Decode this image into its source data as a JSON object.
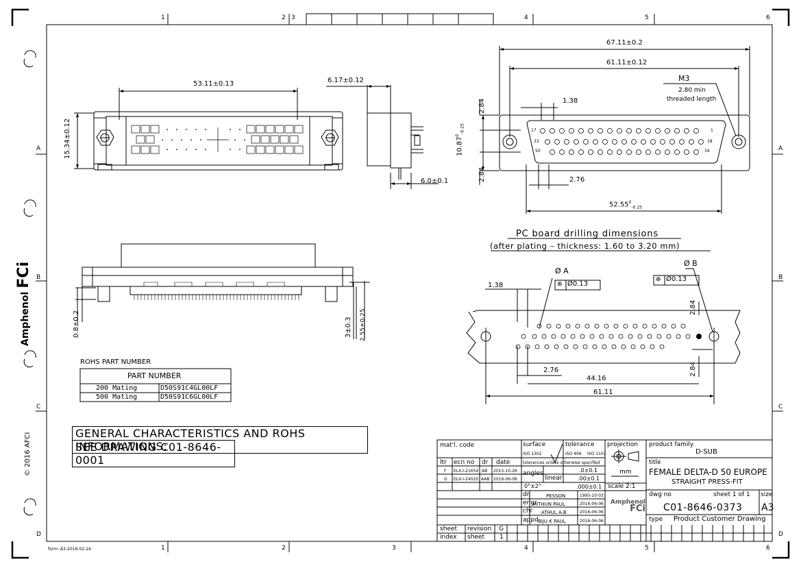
{
  "zone_columns": [
    "1",
    "2",
    "3",
    "4",
    "5",
    "6"
  ],
  "zone_rows": [
    "A",
    "B",
    "C",
    "D"
  ],
  "form_label": "form: A3-2016-02-24",
  "copyright": "© 2016 AFCI",
  "logo": {
    "line1": "Amphenol",
    "line2": "FCi"
  },
  "dims_front": {
    "width": "53.11±0.13",
    "height": "15.34±0.12"
  },
  "dims_side": {
    "depth": "6.17±0.12",
    "pin": "6.0±0.1"
  },
  "dims_right": {
    "overall": "67.11±0.2",
    "holes": "61.11±0.12",
    "thread": "M3",
    "thread_min": "2.80 min",
    "thread_note": "threaded length",
    "pitch": "1.38",
    "row_top": "2.84",
    "row_bottom": "2.84",
    "height": "10.87",
    "height_tol_up": "0",
    "height_tol_dn": "-0.25",
    "row_offset": "2.76",
    "shell": "52.55",
    "shell_tol_up": "0",
    "shell_tol_dn": "-0.25",
    "pin_labels": [
      "17",
      "1",
      "33",
      "18",
      "50",
      "34"
    ]
  },
  "section_view": {
    "standoff": "0.8±0.2",
    "tail": "3±0.3",
    "tail_total": "2.55±0.25"
  },
  "pcb": {
    "title": "PC board drilling dimensions",
    "subtitle": "(after plating – thickness: 1.60 to 3.20 mm)",
    "hole_a": "Ø A",
    "hole_b": "Ø B",
    "tol_a": "Ø0.13",
    "tol_b": "Ø0.13",
    "pitch": "1.38",
    "row_top": "2.84",
    "row_bottom": "2.84",
    "offset": "2.76",
    "span": "44.16",
    "holes": "61.11"
  },
  "rohs": {
    "heading": "ROHS PART NUMBER",
    "col_header": "PART NUMBER",
    "rows": [
      {
        "mating": "200 Mating",
        "part": "D50S91C4GL00LF"
      },
      {
        "mating": "500 Mating",
        "part": "D50S91C6GL00LF"
      }
    ]
  },
  "general_note": {
    "line1": "GENERAL CHARACTERISTICS AND ROHS INFORMATIONS:",
    "line2": "SEE DRAWING C01-8646-0001"
  },
  "title_block": {
    "matl_code": "mat'l. code",
    "surface": "surface",
    "surface_std": "ISO 1302",
    "tolerance": "tolerance",
    "tol_std1": "ISO 406",
    "tol_std2": "ISO 1101",
    "tol_unless": "tolerances unless otherwise specified",
    "angles": "angles",
    "angle_val": "0°±2°",
    "linear": "linear",
    "lin1": ".0±0.1",
    "lin2": ".00±0.1",
    "lin3": ".000±0.1",
    "projection": "projection",
    "unit": "mm",
    "scale": "scale 2:1",
    "rev_headers": [
      "ltr",
      "ecn no",
      "dr",
      "date"
    ],
    "revisions": [
      {
        "ltr": "F",
        "ecn": "ELX-I-21654",
        "dr": "AB",
        "date": "2015-10-26"
      },
      {
        "ltr": "G",
        "ecn": "ELX-I-24020",
        "dr": "AAB",
        "date": "2016-06-06"
      }
    ],
    "people": [
      {
        "role": "dr",
        "name": "PESSON",
        "date": "1995-10-03"
      },
      {
        "role": "engr",
        "name": "MITHUN PAUL",
        "date": "2016-06-06"
      },
      {
        "role": "chr",
        "name": "ATHUL A.B",
        "date": "2016-06-06"
      },
      {
        "role": "appd",
        "name": "BIJU K PAUL",
        "date": "2016-06-06"
      }
    ],
    "product_family_label": "product family",
    "product_family": "D-SUB",
    "title_label": "title",
    "title1": "FEMALE DELTA-D 50 EUROPE",
    "title2": "STRAIGHT PRESS-FIT",
    "dwg_no_label": "dwg no",
    "sheet_label": "sheet 1 of 1",
    "size_label": "size",
    "dwg_no": "C01-8646-0373",
    "size": "A3",
    "type_label": "type",
    "type": "Product Customer Drawing",
    "sheet_index1": "sheet",
    "sheet_index2": "index",
    "revision_label": "revision",
    "revision": "G",
    "sheet_no_label": "sheet",
    "sheet_no": "1"
  }
}
